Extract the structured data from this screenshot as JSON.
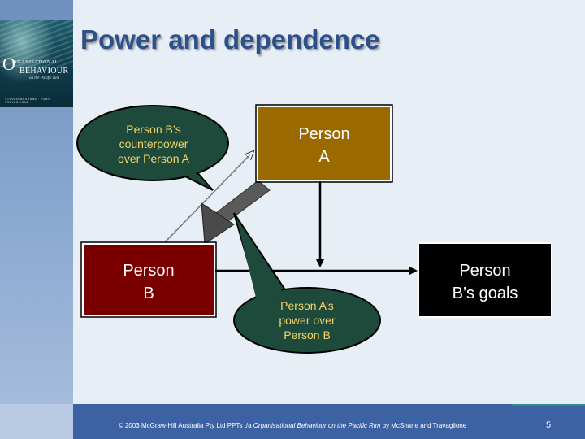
{
  "slide": {
    "title": "Power and dependence",
    "page_number": "5"
  },
  "cover": {
    "o_letter": "O",
    "line1": "RGANISATIONAL",
    "line2": "BEHAVIOUR",
    "line3": "on the Pacific Rim",
    "authors": "STEVEN MCSHANE · TONY TRAVAGLIONE"
  },
  "diagram": {
    "person_a": {
      "line1": "Person",
      "line2": "A",
      "fill": "#9a6a00"
    },
    "person_b": {
      "line1": "Person",
      "line2": "B",
      "fill": "#7a0000"
    },
    "goals": {
      "line1": "Person",
      "line2": "B’s goals",
      "fill": "#000000"
    },
    "bubble_counterpower": {
      "line1": "Person B’s",
      "line2": "counterpower",
      "line3": "over Person A",
      "fill": "#1e4a3c"
    },
    "bubble_power": {
      "line1": "Person A’s",
      "line2": "power over",
      "line3": "Person B",
      "fill": "#1e4a3c"
    }
  },
  "footer": {
    "copyright_symbol": "©",
    "text_before": " 2003 McGraw-Hill Australia Pty Ltd PPTs t/a ",
    "book_title": "Organisational Behaviour on the Pacific Rim",
    "text_after": " by McShane and Travaglione"
  }
}
